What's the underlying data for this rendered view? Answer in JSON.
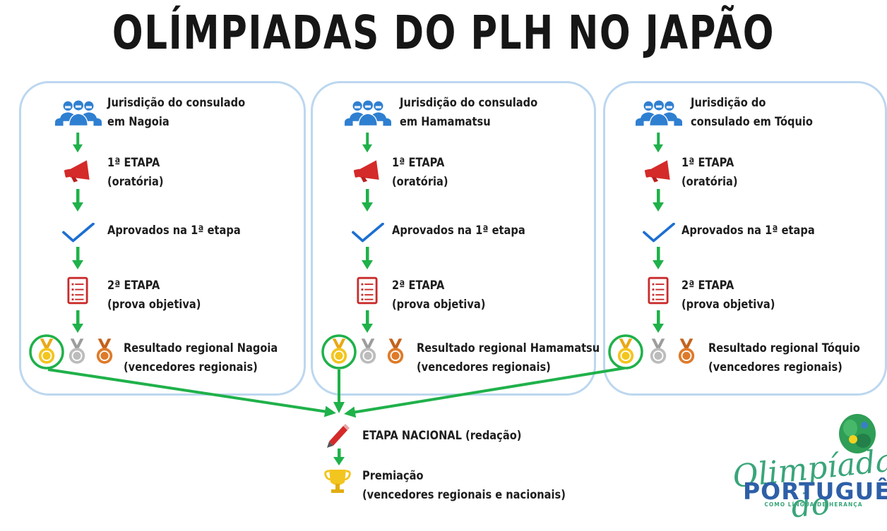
{
  "title": "OLÍMPIADAS DO PLH NO JAPÃO",
  "columns": [
    {
      "jurisdiction_line1": "Jurisdição do consulado",
      "jurisdiction_line2": "em Nagoia",
      "stage1_title": "1ª ETAPA",
      "stage1_sub": "(oratória)",
      "approved": "Aprovados na 1ª etapa",
      "stage2_title": "2ª ETAPA",
      "stage2_sub": "(prova objetiva)",
      "result_line1": "Resultado regional Nagoia",
      "result_line2": "(vencedores regionais)"
    },
    {
      "jurisdiction_line1": "Jurisdição do consulado",
      "jurisdiction_line2": "em Hamamatsu",
      "stage1_title": "1ª ETAPA",
      "stage1_sub": "(oratória)",
      "approved": "Aprovados na 1ª etapa",
      "stage2_title": "2ª ETAPA",
      "stage2_sub": "(prova objetiva)",
      "result_line1": "Resultado regional Hamamatsu",
      "result_line2": "(vencedores regionais)"
    },
    {
      "jurisdiction_line1": "Jurisdição do",
      "jurisdiction_line2": "consulado em Tóquio",
      "stage1_title": "1ª ETAPA",
      "stage1_sub": "(oratória)",
      "approved": "Aprovados na 1ª etapa",
      "stage2_title": "2ª ETAPA",
      "stage2_sub": "(prova objetiva)",
      "result_line1": "Resultado regional Tóquio",
      "result_line2": "(vencedores regionais)"
    }
  ],
  "national": {
    "stage": "ETAPA NACIONAL  (redação)",
    "award": "Premiação",
    "award_sub": "(vencedores regionais e nacionais)"
  },
  "logo": {
    "script": "Olimpíadas do",
    "main": "PORTUGUÊS",
    "sub": "COMO LÍNGUA DE HERANÇA"
  },
  "colors": {
    "arrow": "#1fb14a",
    "box_border": "#bcd7ef",
    "people": "#2f7fd1",
    "megaphone": "#d42a2a",
    "check": "#1d6fd1",
    "checklist": "#c92b2b",
    "gold": "#f3c51f",
    "silver": "#b9b9b9",
    "bronze": "#de7b2b"
  },
  "icons": [
    "people-icon",
    "megaphone-icon",
    "checkmark-icon",
    "checklist-icon",
    "gold-medal-icon",
    "silver-medal-icon",
    "bronze-medal-icon",
    "pencil-icon",
    "trophy-icon"
  ]
}
